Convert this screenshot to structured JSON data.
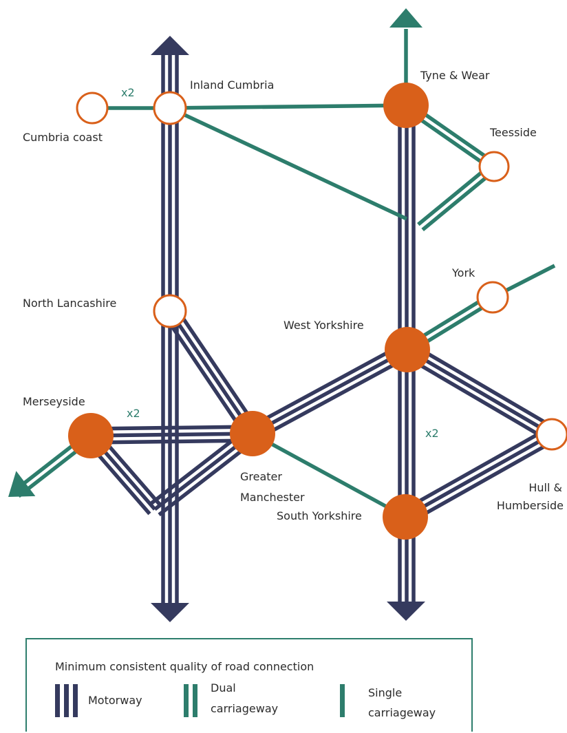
{
  "colors": {
    "motorway": "#353a5e",
    "dual": "#2d7d6c",
    "single": "#2d7d6c",
    "hub": "#d9601a",
    "node_ring": "#d9601a",
    "legend_border": "#2d7d6c"
  },
  "nodes": {
    "cumbria_coast": "Cumbria coast",
    "inland_cumbria": "Inland Cumbria",
    "tyne_wear": "Tyne & Wear",
    "teesside": "Teesside",
    "north_lancashire": "North Lancashire",
    "york": "York",
    "west_yorkshire": "West Yorkshire",
    "merseyside": "Merseyside",
    "greater_manchester_1": "Greater",
    "greater_manchester_2": "Manchester",
    "south_yorkshire": "South Yorkshire",
    "hull_1": "Hull &",
    "hull_2": "Humberside"
  },
  "multipliers": {
    "cumbria": "x2",
    "merseyside": "x2",
    "yorkshire": "x2"
  },
  "legend": {
    "title": "Minimum consistent quality of road connection",
    "motorway": "Motorway",
    "dual_1": "Dual",
    "dual_2": "carriageway",
    "single_1": "Single",
    "single_2": "carriageway"
  }
}
